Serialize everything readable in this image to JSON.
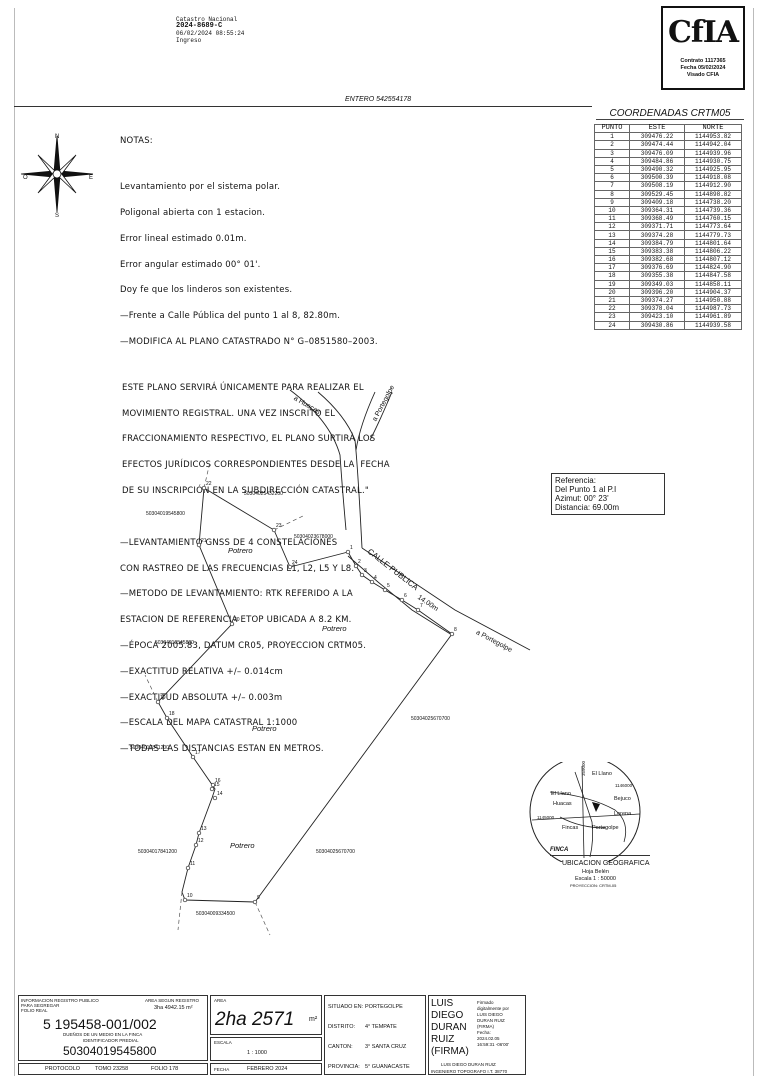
{
  "header": {
    "stamp_line1": "Catastro Nacional",
    "stamp_line2": "2024-8689-C",
    "stamp_line3": "06/02/2024 08:55:24",
    "stamp_line4": "Ingreso",
    "entero": "ENTERO 542554178"
  },
  "cfia": {
    "logo": "CfIA",
    "contrato": "Contrato 1117365",
    "fecha": "Fecha 05/02/2024",
    "visado": "Visado CFIA"
  },
  "compass": {
    "n": "N",
    "s": "S",
    "e": "E",
    "o": "O"
  },
  "notes": {
    "title": "NOTAS:",
    "lines": [
      "Levantamiento por el sistema polar.",
      "Poligonal abierta con 1 estacion.",
      "Error lineal estimado 0.01m.",
      "Error angular estimado 00° 01'.",
      "Doy fe que los linderos son existentes.",
      "—Frente a Calle Pública del punto 1 al 8, 82.80m.",
      "—MODIFICA AL PLANO CATASTRADO N° G–0851580–2003.",
      "ESTE PLANO SERVIRÁ ÚNICAMENTE PARA REALIZAR EL",
      "MOVIMIENTO REGISTRAL. UNA VEZ INSCRITO EL",
      "FRACCIONAMIENTO RESPECTIVO, EL PLANO SURTIRÁ LOS",
      "EFECTOS JURÍDICOS CORRESPONDIENTES DESDE LA  FECHA",
      "DE SU INSCRIPCIÓN EN LA SUBDIRECCIÓN CATASTRAL.\"",
      "",
      "—LEVANTAMIENTO GNSS DE 4 CONSTELACIONES",
      "CON RASTREO DE LAS FRECUENCIAS L1, L2, L5 Y L8.",
      "—METODO DE LEVANTAMIENTO: RTK REFERIDO A LA",
      "ESTACION DE REFERENCIA ETOP UBICADA A 8.2 KM.",
      "—ÉPOCA 2005.83, DATUM CR05, PROYECCION CRTM05.",
      "—EXACTITUD RELATIVA +/– 0.014cm",
      "—EXACTITUD ABSOLUTA +/– 0.003m",
      "—ESCALA DEL MAPA CATASTRAL 1:1000",
      "—TODAS LAS DISTANCIAS ESTAN EN METROS."
    ]
  },
  "coordinates": {
    "title": "COORDENADAS  CRTM05",
    "headers": [
      "PUNTO",
      "ESTE",
      "NORTE"
    ],
    "rows": [
      [
        "1",
        "309476.22",
        "1144953.82"
      ],
      [
        "2",
        "309474.44",
        "1144942.04"
      ],
      [
        "3",
        "309476.09",
        "1144939.96"
      ],
      [
        "4",
        "309484.86",
        "1144930.75"
      ],
      [
        "5",
        "309490.32",
        "1144925.95"
      ],
      [
        "6",
        "309500.39",
        "1144918.08"
      ],
      [
        "7",
        "309508.19",
        "1144912.90"
      ],
      [
        "8",
        "309529.45",
        "1144898.82"
      ],
      [
        "9",
        "309409.18",
        "1144738.20"
      ],
      [
        "10",
        "309364.31",
        "1144739.36"
      ],
      [
        "11",
        "309368.49",
        "1144760.15"
      ],
      [
        "12",
        "309371.71",
        "1144773.64"
      ],
      [
        "13",
        "309374.28",
        "1144779.73"
      ],
      [
        "14",
        "309384.79",
        "1144801.64"
      ],
      [
        "15",
        "309383.38",
        "1144806.22"
      ],
      [
        "16",
        "309382.68",
        "1144807.12"
      ],
      [
        "17",
        "309376.69",
        "1144824.90"
      ],
      [
        "18",
        "309355.38",
        "1144847.58"
      ],
      [
        "19",
        "309349.03",
        "1144858.11"
      ],
      [
        "20",
        "309396.20",
        "1144904.37"
      ],
      [
        "21",
        "309374.27",
        "1144950.88"
      ],
      [
        "22",
        "309378.04",
        "1144987.73"
      ],
      [
        "23",
        "309423.10",
        "1144961.89"
      ],
      [
        "24",
        "309430.86",
        "1144939.58"
      ]
    ]
  },
  "reference": {
    "title": "Referencia:",
    "line1": "Del Punto 1 al P.I",
    "line2": "Azimut:  00° 23'",
    "line3": "Distancia:  69.00m"
  },
  "map": {
    "roads": {
      "huacas": "a Huacas",
      "portegolpe_top": "a Portegolpe",
      "portegolpe_right": "a Portegolpe",
      "calle": "CALLE PUBLICA",
      "frontage": "14.00m"
    },
    "potreros": [
      "Potrero",
      "Potrero",
      "Potrero",
      "Potrero"
    ],
    "neighbors": [
      "50304025432200",
      "50304019545800",
      "50304023678000",
      "50304019545800",
      "50304017841200",
      "50304017841200",
      "50304025670700",
      "50304025670700",
      "50304009334500"
    ],
    "points": [
      "1",
      "2",
      "3",
      "4",
      "5",
      "6",
      "7",
      "8",
      "9",
      "10",
      "11",
      "12",
      "13",
      "14",
      "15",
      "16",
      "17",
      "18",
      "19",
      "20",
      "21",
      "22",
      "23",
      "24"
    ]
  },
  "location": {
    "top_coord": "359000",
    "right_coord": "1146000",
    "bottom_coord": "1145000",
    "places": [
      "El Llano",
      "El Llano",
      "Huacas",
      "Bejuco",
      "Lorena",
      "Fincas",
      "Portegolpe"
    ],
    "finca": "FINCA",
    "title": "UBICACION GEOGRAFICA",
    "hoja": "Hoja Belén",
    "escala": "Escala 1 : 50000",
    "proyeccion": "PROYECCION: CRTM-05"
  },
  "footer": {
    "registro_title": "INFORMACION REGISTRO PUBLICO\nPARA SEGREGAR\nFOLIO REAL",
    "area_registro_label": "AREA SEGUN REGISTRO",
    "area_registro_value": "3ha 4942.15 m²",
    "folio": "5 195458-001/002",
    "duenos": "DUEÑOS DE UN MEDIO EN LA FINCA",
    "identificador_label": "IDENTIFICADOR PREDIAL",
    "identificador": "50304019545800",
    "protocolo": "PROTOCOLO",
    "tomo": "TOMO  23258",
    "folio_num": "FOLIO  178",
    "area_label": "AREA",
    "area_value": "2ha 2571",
    "area_unit": "m²",
    "escala_label": "ESCALA",
    "escala_value": "1 : 1000",
    "fecha_label": "FECHA",
    "fecha_value": "FEBRERO 2024",
    "situado_label": "SITUADO EN:",
    "situado_value": "PORTEGOLPE",
    "distrito_label": "DISTRITO:",
    "distrito_value": "4° TEMPATE",
    "canton_label": "CANTON:",
    "canton_value": "3° SANTA CRUZ",
    "provincia_label": "PROVINCIA:",
    "provincia_value": "5° GUANACASTE",
    "signer_name": "LUIS\nDIEGO\nDURAN\nRUIZ\n(FIRMA)",
    "signer_digital": "Firmado\ndigitalmente por\nLUIS DIEGO\nDURAN RUIZ\n(FIRMA)\nFecha:\n2024.02.05\n16:59:31 -06'00'",
    "signer_footer1": "LUIS  DIEGO  DURAN  RUIZ",
    "signer_footer2": "INGENIERO TOPOGRAFO I.T. 38770"
  }
}
